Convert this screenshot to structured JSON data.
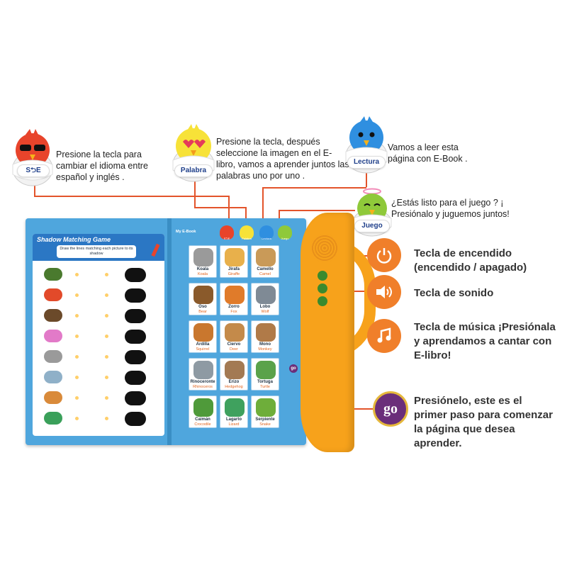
{
  "callouts": {
    "language": {
      "label": "S⮌E",
      "text": "Presione la tecla para cambiar el idioma entre español y inglés ."
    },
    "word": {
      "label": "Palabra",
      "text": "Presione la tecla, después seleccione la imagen en el E-libro, vamos a aprender juntos las palabras uno por uno ."
    },
    "reading": {
      "label": "Lectura",
      "text": "Vamos a leer esta página con E-Book ."
    },
    "game": {
      "label": "Juego",
      "text": "¿Estás listo para el juego ? ¡ Presiónalo y juguemos juntos!"
    },
    "power": {
      "text": "Tecla de encendido (encendido / apagado)"
    },
    "sound": {
      "text": "Tecla de sonido"
    },
    "music": {
      "text": "Tecla de música ¡Presiónala y aprendamos a cantar con E-libro!"
    },
    "go": {
      "label": "go",
      "text": "Presiónelo, este es el primer paso para comenzar la página que desea aprender."
    }
  },
  "book": {
    "left_page": {
      "title": "Shadow Matching Game",
      "instruction": "Draw the lines matching each picture to its shadow"
    },
    "right_page": {
      "header": "My E-Book",
      "tabs": [
        "S⮌E",
        "Palabra",
        "Lectura",
        "Juego"
      ],
      "go_label": "go",
      "cards": [
        {
          "es": "Koala",
          "en": "Koala",
          "color": "#9a9a9a"
        },
        {
          "es": "Jirafa",
          "en": "Giraffe",
          "color": "#e8b04b"
        },
        {
          "es": "Camello",
          "en": "Camel",
          "color": "#c99a58"
        },
        {
          "es": "Oso",
          "en": "Bear",
          "color": "#8a5a2b"
        },
        {
          "es": "Zorro",
          "en": "Fox",
          "color": "#e07b2a"
        },
        {
          "es": "Lobo",
          "en": "Wolf",
          "color": "#7f8a95"
        },
        {
          "es": "Ardilla",
          "en": "Squirrel",
          "color": "#c9772e"
        },
        {
          "es": "Ciervo",
          "en": "Deer",
          "color": "#c48a4a"
        },
        {
          "es": "Mono",
          "en": "Monkey",
          "color": "#b07a48"
        },
        {
          "es": "Rinoceronte",
          "en": "Rhinoceros",
          "color": "#8e9aa3"
        },
        {
          "es": "Erizo",
          "en": "Hedgehog",
          "color": "#a37a53"
        },
        {
          "es": "Tortuga",
          "en": "Turtle",
          "color": "#5aa24a"
        },
        {
          "es": "Caimán",
          "en": "Crocodile",
          "color": "#4f9a3a"
        },
        {
          "es": "Lagarto",
          "en": "Lizard",
          "color": "#3fa15e"
        },
        {
          "es": "Serpiente",
          "en": "Snake",
          "color": "#6eae3a"
        }
      ]
    }
  },
  "colors": {
    "accent_line": "#e3542b",
    "book_blue": "#4fa6dd",
    "device_orange": "#f7a21b",
    "go_purple": "#6b2e7a"
  },
  "icons": [
    "red-bird-icon",
    "yellow-bird-icon",
    "blue-bird-icon",
    "green-bird-icon",
    "power-icon",
    "speaker-icon",
    "music-note-icon",
    "owl-icon"
  ]
}
